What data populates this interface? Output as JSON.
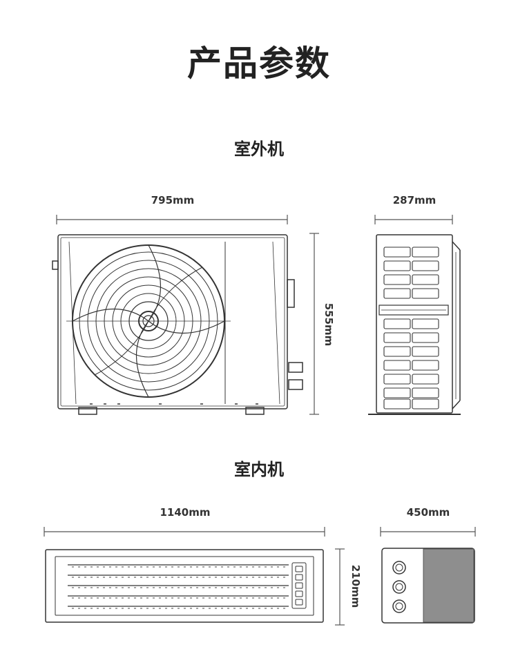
{
  "title": "产品参数",
  "outdoor": {
    "label": "室外机",
    "width_label": "795mm",
    "depth_label": "287mm",
    "height_label": "555mm"
  },
  "indoor": {
    "label": "室内机",
    "width_label": "1140mm",
    "depth_label": "450mm",
    "height_label": "210mm"
  }
}
